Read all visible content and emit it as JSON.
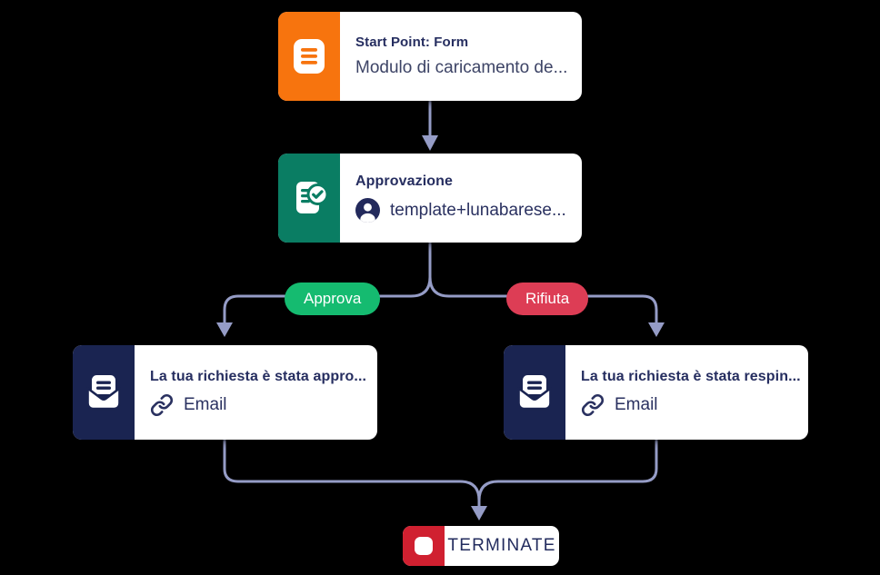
{
  "canvas": {
    "background": "#000000",
    "connector_color": "#959CC6"
  },
  "nodes": {
    "start": {
      "title": "Start Point: Form",
      "subtitle": "Modulo di caricamento de...",
      "accent": "#F7740E",
      "icon": "form-icon"
    },
    "approval": {
      "title": "Approvazione",
      "assignee": "template+lunabarese...",
      "accent": "#0A7D63",
      "icon": "approval-icon"
    },
    "email_approved": {
      "title": "La tua richiesta è stata appro...",
      "channel": "Email",
      "accent": "#1A2451",
      "icon": "email-icon"
    },
    "email_rejected": {
      "title": "La tua richiesta è stata respin...",
      "channel": "Email",
      "accent": "#1A2451",
      "icon": "email-icon"
    },
    "terminate": {
      "label": "TERMINATE",
      "accent": "#D02030",
      "icon": "stop-icon"
    }
  },
  "branch_labels": {
    "approve": {
      "text": "Approva",
      "color": "#15BB70"
    },
    "reject": {
      "text": "Rifiuta",
      "color": "#DD3D55"
    }
  }
}
